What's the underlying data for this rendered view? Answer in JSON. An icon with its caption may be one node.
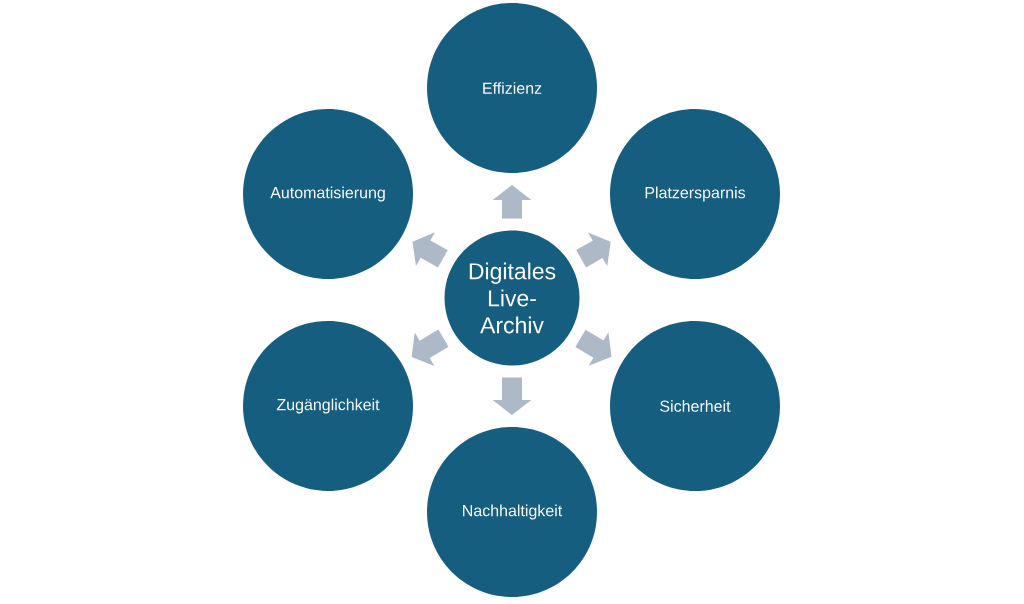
{
  "diagram": {
    "nodes": [
      {
        "text": [
          "Digitales Live-Archiv"
        ]
      },
      {
        "text": [
          "Effizienz"
        ]
      },
      {
        "text": [
          "Platzersparnis"
        ]
      },
      {
        "text": [
          "Sicherheit"
        ]
      },
      {
        "text": [
          "Nachhaltigkeit"
        ]
      },
      {
        "text": [
          "Zugänglichkeit"
        ]
      },
      {
        "text": [
          "Automatisierung"
        ]
      }
    ],
    "edges": [
      {
        "from": 0,
        "to": 1,
        "arrow": "to"
      },
      {
        "from": 0,
        "to": 2,
        "arrow": "to"
      },
      {
        "from": 0,
        "to": 3,
        "arrow": "to"
      },
      {
        "from": 0,
        "to": 4,
        "arrow": "to"
      },
      {
        "from": 0,
        "to": 5,
        "arrow": "to"
      },
      {
        "from": 0,
        "to": 6,
        "arrow": "to"
      }
    ]
  }
}
